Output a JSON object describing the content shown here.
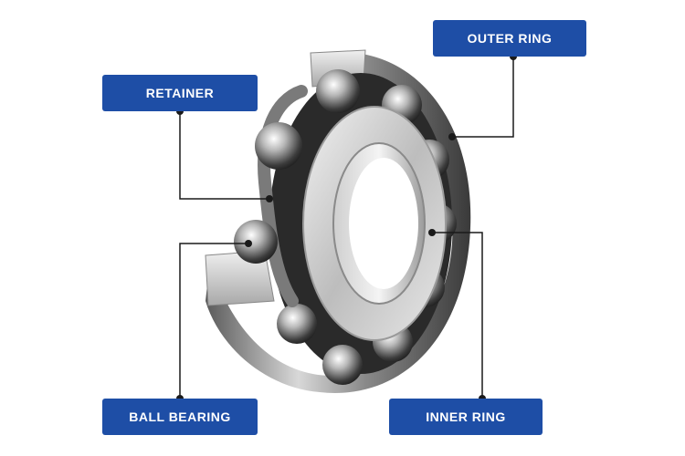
{
  "labels": {
    "outer_ring": "OUTER RING",
    "retainer": "RETAINER",
    "ball_bearing": "BALL BEARING",
    "inner_ring": "INNER RING"
  },
  "colors": {
    "label_bg": "#1e4ea6",
    "label_text": "#ffffff",
    "leader_line": "#1a1a1a"
  }
}
